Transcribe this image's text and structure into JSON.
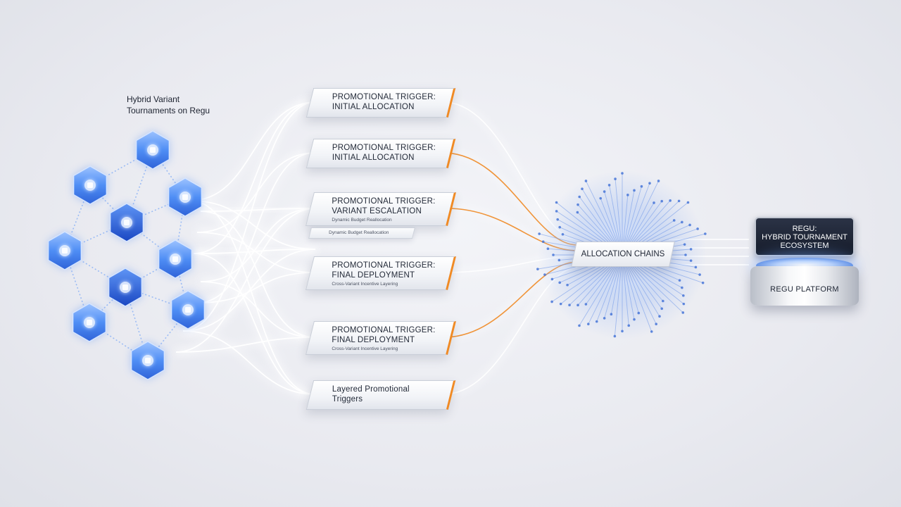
{
  "title_label": {
    "line1": "Hybrid Variant",
    "line2": "Tournaments on Regu"
  },
  "trigger_cards": [
    {
      "line1": "PROMOTIONAL TRIGGER:",
      "line2": "INITIAL ALLOCATION",
      "sub": ""
    },
    {
      "line1": "PROMOTIONAL TRIGGER:",
      "line2": "INITIAL ALLOCATION",
      "sub": ""
    },
    {
      "line1": "PROMOTIONAL TRIGGER:",
      "line2": "VARIANT ESCALATION",
      "sub": "Dynamic Budget Reallocation"
    },
    {
      "line1": "PROMOTIONAL TRIGGER:",
      "line2": "FINAL DEPLOYMENT",
      "sub": "Cross-Variant Incentive Layering"
    },
    {
      "line1": "PROMOTIONAL TRIGGER:",
      "line2": "FINAL DEPLOYMENT",
      "sub": "Cross-Variant Incentive Layering"
    },
    {
      "line1": "Layered Promotional",
      "line2": "Triggers",
      "sub": ""
    }
  ],
  "sub_chip": {
    "label": "Dynamic Budget Reallocation"
  },
  "hub": {
    "label": "ALLOCATION CHAINS"
  },
  "platform": {
    "screen_line1": "REGU:",
    "screen_line2": "HYBRID TOURNAMENT",
    "screen_line3": "ECOSYSTEM",
    "base_label": "REGU PLATFORM"
  },
  "colors": {
    "hex_blue": "#3d7ef0",
    "hex_deep_blue": "#1f55d6",
    "accent_orange": "#f08a24",
    "flow_white": "#ffffff",
    "burst_blue": "#6c95e8"
  }
}
